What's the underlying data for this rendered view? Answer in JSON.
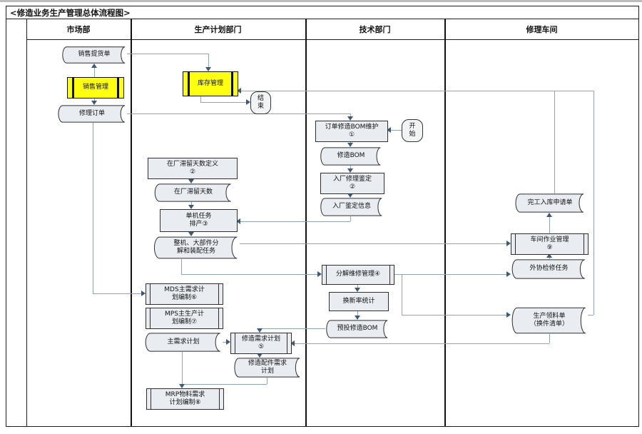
{
  "title": "<修造业务生产管理总体流程图>",
  "lanes": [
    {
      "label": "市场部"
    },
    {
      "label": "生产计划部门"
    },
    {
      "label": "技术部门"
    },
    {
      "label": "修理车间"
    }
  ],
  "colors": {
    "highlight_fill": "#ffff00",
    "node_fill": "#e9ecf1",
    "connector": "#8ea6bc",
    "arrow": "#3f5a77",
    "border": "#1c1c1c"
  },
  "nodes": {
    "sales_delivery_note": {
      "label": "销售提货单",
      "type": "stored-data"
    },
    "sales_management": {
      "label": "销售管理",
      "type": "predefined-process-highlight"
    },
    "repair_order": {
      "label": "修理订单",
      "type": "stored-data"
    },
    "inventory_management": {
      "label": "库存管理",
      "type": "predefined-process-highlight"
    },
    "end": {
      "label": "结\n束",
      "type": "terminator"
    },
    "start": {
      "label": "开\n始",
      "type": "terminator"
    },
    "order_bom_maintenance": {
      "label": "订单修造BOM维护\n①",
      "type": "process"
    },
    "repair_bom": {
      "label": "修造BOM",
      "type": "stored-data"
    },
    "inbound_repair_appraisal": {
      "label": "入厂修理鉴定\n②",
      "type": "process"
    },
    "inbound_appraisal_info": {
      "label": "入厂鉴定信息",
      "type": "stored-data"
    },
    "stay_days_definition": {
      "label": "在厂滞留天数定义\n②",
      "type": "process"
    },
    "stay_days": {
      "label": "在厂滞留天数",
      "type": "stored-data"
    },
    "single_machine_scheduling": {
      "label": "单机任务\n排产③",
      "type": "process"
    },
    "disassembly_assembly_tasks": {
      "label": "整机、大部件分\n解和装配任务",
      "type": "stored-data"
    },
    "mds_plan": {
      "label": "MDS主需求计\n划编制⑥",
      "type": "predefined-process"
    },
    "mps_plan": {
      "label": "MPS主生产计\n划编制⑦",
      "type": "predefined-process"
    },
    "master_demand_plan": {
      "label": "主需求计划",
      "type": "stored-data"
    },
    "mrp_plan": {
      "label": "MRP物料需求\n计划编制⑧",
      "type": "predefined-process"
    },
    "repair_demand_plan": {
      "label": "修造需求计划\n⑤",
      "type": "predefined-process"
    },
    "repair_parts_demand_plan": {
      "label": "修造配件需求\n计划",
      "type": "stored-data"
    },
    "disassembly_maintenance_mgmt": {
      "label": "分解维修管理④",
      "type": "predefined-process"
    },
    "replacement_rate_stats": {
      "label": "换新率统计",
      "type": "process"
    },
    "prerelease_repair_bom": {
      "label": "预投修造BOM",
      "type": "stored-data"
    },
    "completion_warehousing_form": {
      "label": "完工入库申请单",
      "type": "stored-data"
    },
    "workshop_operation_mgmt": {
      "label": "车间作业管理\n⑨",
      "type": "predefined-process"
    },
    "outsourced_maintenance_task": {
      "label": "外协检修任务",
      "type": "stored-data"
    },
    "production_picking_list": {
      "label": "生产领料单\n（换件清单）",
      "type": "stored-data"
    }
  }
}
